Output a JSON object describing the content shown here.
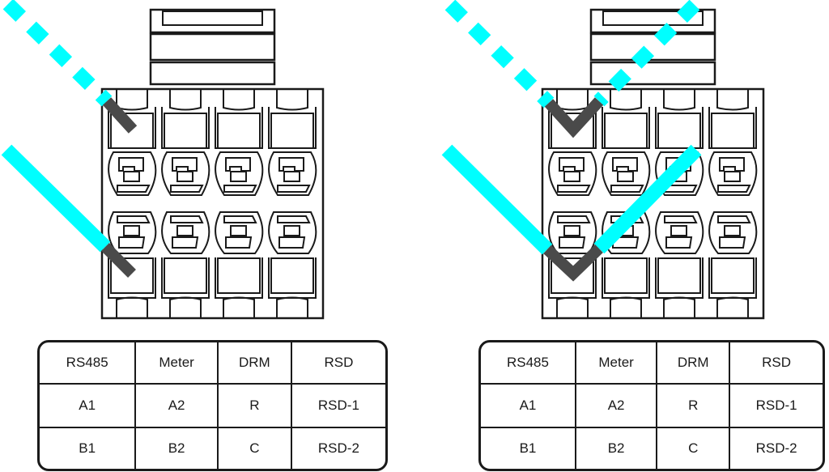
{
  "diagram": {
    "title": "",
    "wire_colors": {
      "insulation": "#00ffff",
      "stripe": "#ffffff",
      "conductor": "#4a4a4a",
      "outline": "#1a1a1a"
    },
    "panels": [
      {
        "id": "left",
        "description": "Single wire per terminal: striped wire into top-left terminal, solid wire into bottom-left terminal",
        "wires": [
          {
            "type": "striped",
            "terminal": "top-1"
          },
          {
            "type": "solid",
            "terminal": "bottom-1"
          }
        ]
      },
      {
        "id": "right",
        "description": "Two wires per terminal (daisy chain): two striped wires into top-left terminal, two solid wires into bottom-left terminal",
        "wires": [
          {
            "type": "striped",
            "terminal": "top-1"
          },
          {
            "type": "striped",
            "terminal": "top-1"
          },
          {
            "type": "solid",
            "terminal": "bottom-1"
          },
          {
            "type": "solid",
            "terminal": "bottom-1"
          }
        ]
      }
    ]
  },
  "pin_table": {
    "headers": [
      "RS485",
      "Meter",
      "DRM",
      "RSD"
    ],
    "rows": [
      [
        "A1",
        "A2",
        "R",
        "RSD-1"
      ],
      [
        "B1",
        "B2",
        "C",
        "RSD-2"
      ]
    ]
  }
}
